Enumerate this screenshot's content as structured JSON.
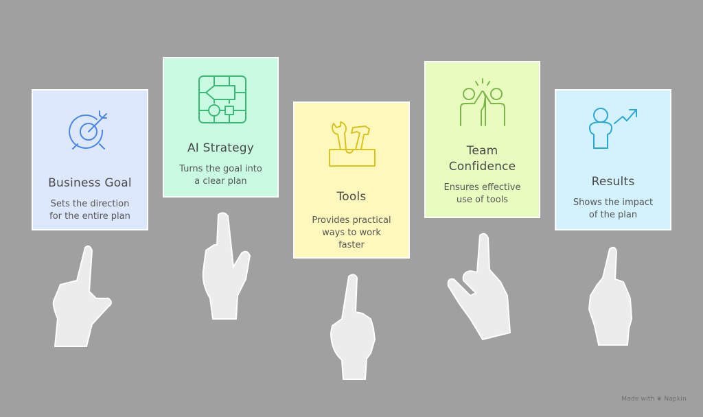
{
  "diagram": {
    "cards": [
      {
        "title": "Business Goal",
        "description_lines": [
          "Sets the direction",
          "for the entire plan"
        ],
        "icon": "target-icon",
        "background": "#dde8fd",
        "accent": "#4a86e8"
      },
      {
        "title": "AI Strategy",
        "description_lines": [
          "Turns the goal into",
          "a clear plan"
        ],
        "icon": "circuit-chip-icon",
        "background": "#c8fbe2",
        "accent": "#3cb878"
      },
      {
        "title": "Tools",
        "description_lines": [
          "Provides practical",
          "ways to work",
          "faster"
        ],
        "icon": "toolbox-icon",
        "background": "#fef8bd",
        "accent": "#d9c21c"
      },
      {
        "title_lines": [
          "Team",
          "Confidence"
        ],
        "title": "Team Confidence",
        "description_lines": [
          "Ensures effective",
          "use of tools"
        ],
        "icon": "high-five-icon",
        "background": "#e8fcc0",
        "accent": "#7ab648"
      },
      {
        "title": "Results",
        "description_lines": [
          "Shows the impact",
          "of the plan"
        ],
        "icon": "person-growth-icon",
        "background": "#d3f2fd",
        "accent": "#2aa7d6"
      }
    ],
    "hands": [
      {
        "icon": "pointing-hand-icon"
      },
      {
        "icon": "pointing-hand-icon"
      },
      {
        "icon": "pointing-hand-icon"
      },
      {
        "icon": "pointing-hand-icon"
      },
      {
        "icon": "pointing-hand-icon"
      }
    ],
    "footer": "Made with ❦ Napkin"
  }
}
